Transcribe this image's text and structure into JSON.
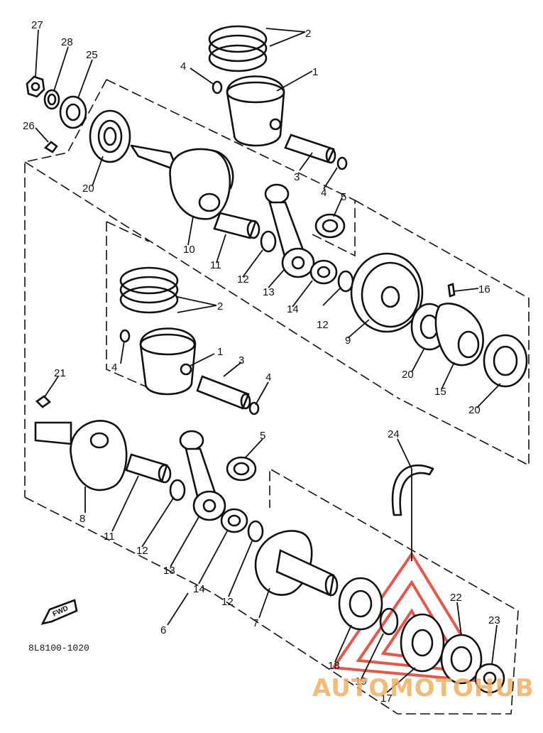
{
  "diagram": {
    "part_code": "8L8100-1020",
    "fwd_label": "FWD",
    "watermark_text": "AUTOMOTOHUB",
    "watermark_color": "#e03a2a",
    "labels": {
      "p27": "27",
      "p28": "28",
      "p25": "25",
      "p26": "26",
      "p20a": "20",
      "p2a": "2",
      "p4a": "4",
      "p1a": "1",
      "p3a": "3",
      "p4b": "4",
      "p5a": "5",
      "p10": "10",
      "p11a": "11",
      "p12a": "12",
      "p13a": "13",
      "p14a": "14",
      "p12b": "12",
      "p9": "9",
      "p16": "16",
      "p20b": "20",
      "p15": "15",
      "p20c": "20",
      "p2b": "2",
      "p1b": "1",
      "p4c": "4",
      "p3b": "3",
      "p4d": "4",
      "p21": "21",
      "p5b": "5",
      "p8": "8",
      "p11b": "11",
      "p12c": "12",
      "p13b": "13",
      "p14b": "14",
      "p12d": "12",
      "p6": "6",
      "p7": "7",
      "p24": "24",
      "p22": "22",
      "p23": "23",
      "p18": "18",
      "p19": "19",
      "p17": "17"
    }
  }
}
